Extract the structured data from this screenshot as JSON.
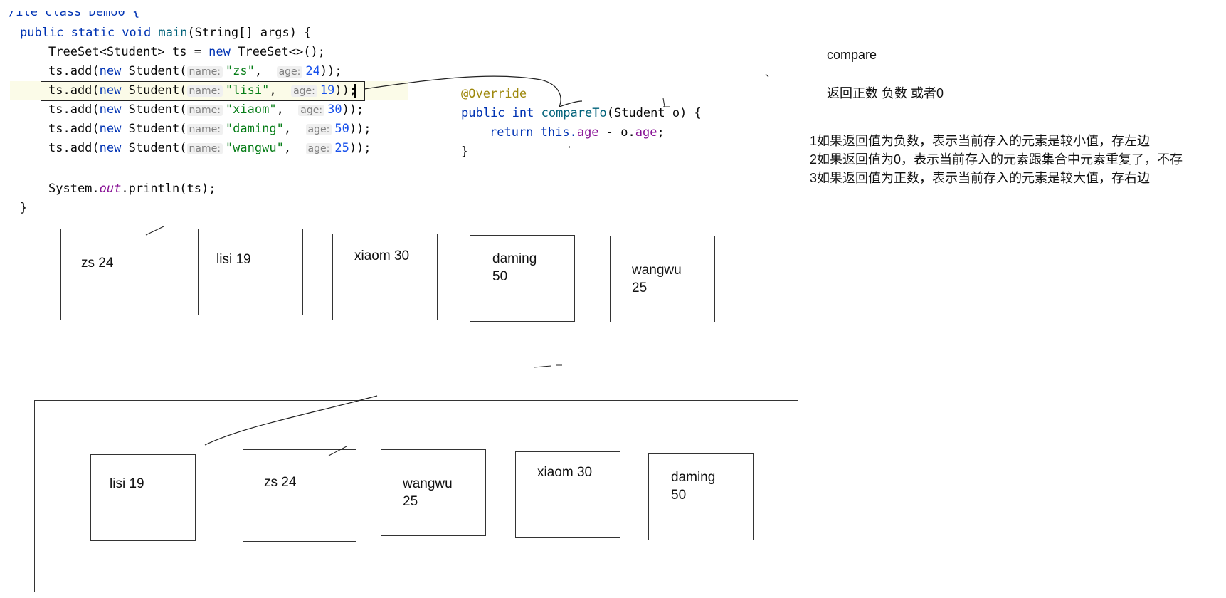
{
  "code": {
    "top_fragment": "/ile class Demo0 {",
    "main_sig_kw": "public static void ",
    "main_name": "main",
    "main_rest": "(String[] args) {",
    "line_treeset_a": "TreeSet<Student> ts = ",
    "line_treeset_new": "new",
    "line_treeset_b": " TreeSet<>();",
    "adds": [
      {
        "prefix": "ts.add(",
        "new_kw": "new",
        "ctor": " Student(",
        "name_hint": "name:",
        "name_val": "\"zs\"",
        "age_hint": "age:",
        "age_val": "24",
        "suffix": "));"
      },
      {
        "prefix": "ts.add(",
        "new_kw": "new",
        "ctor": " Student(",
        "name_hint": "name:",
        "name_val": "\"lisi\"",
        "age_hint": "age:",
        "age_val": "19",
        "suffix": "));"
      },
      {
        "prefix": "ts.add(",
        "new_kw": "new",
        "ctor": " Student(",
        "name_hint": "name:",
        "name_val": "\"xiaom\"",
        "age_hint": "age:",
        "age_val": "30",
        "suffix": "));"
      },
      {
        "prefix": "ts.add(",
        "new_kw": "new",
        "ctor": " Student(",
        "name_hint": "name:",
        "name_val": "\"daming\"",
        "age_hint": "age:",
        "age_val": "50",
        "suffix": "));"
      },
      {
        "prefix": "ts.add(",
        "new_kw": "new",
        "ctor": " Student(",
        "name_hint": "name:",
        "name_val": "\"wangwu\"",
        "age_hint": "age:",
        "age_val": "25",
        "suffix": "));"
      }
    ],
    "println_a": "System.",
    "println_out": "out",
    "println_b": ".println(ts);",
    "close_brace": "}",
    "override": "@Override",
    "compare_kw": "public int ",
    "compare_name": "compareTo",
    "compare_rest": "(Student o) {",
    "return_kw": "return this.",
    "return_field1": "age",
    "return_mid": " - o.",
    "return_field2": "age",
    "return_end": ";",
    "compare_close": "}"
  },
  "notes": {
    "title": "compare",
    "subtitle": "返回正数 负数 或者0",
    "rule1": "1如果返回值为负数，表示当前存入的元素是较小值，存左边",
    "rule2": "2如果返回值为0，表示当前存入的元素跟集合中元素重复了，不存",
    "rule3": "3如果返回值为正数，表示当前存入的元素是较大值，存右边"
  },
  "insertion_order": [
    {
      "line1": "zs 24",
      "line2": ""
    },
    {
      "line1": "lisi 19",
      "line2": ""
    },
    {
      "line1": "xiaom  30",
      "line2": ""
    },
    {
      "line1": "daming",
      "line2": "50"
    },
    {
      "line1": "wangwu",
      "line2": "25"
    }
  ],
  "sorted_order": [
    {
      "line1": "lisi 19",
      "line2": ""
    },
    {
      "line1": "zs 24",
      "line2": ""
    },
    {
      "line1": "wangwu",
      "line2": "25"
    },
    {
      "line1": "xiaom  30",
      "line2": ""
    },
    {
      "line1": "daming",
      "line2": "50"
    }
  ]
}
